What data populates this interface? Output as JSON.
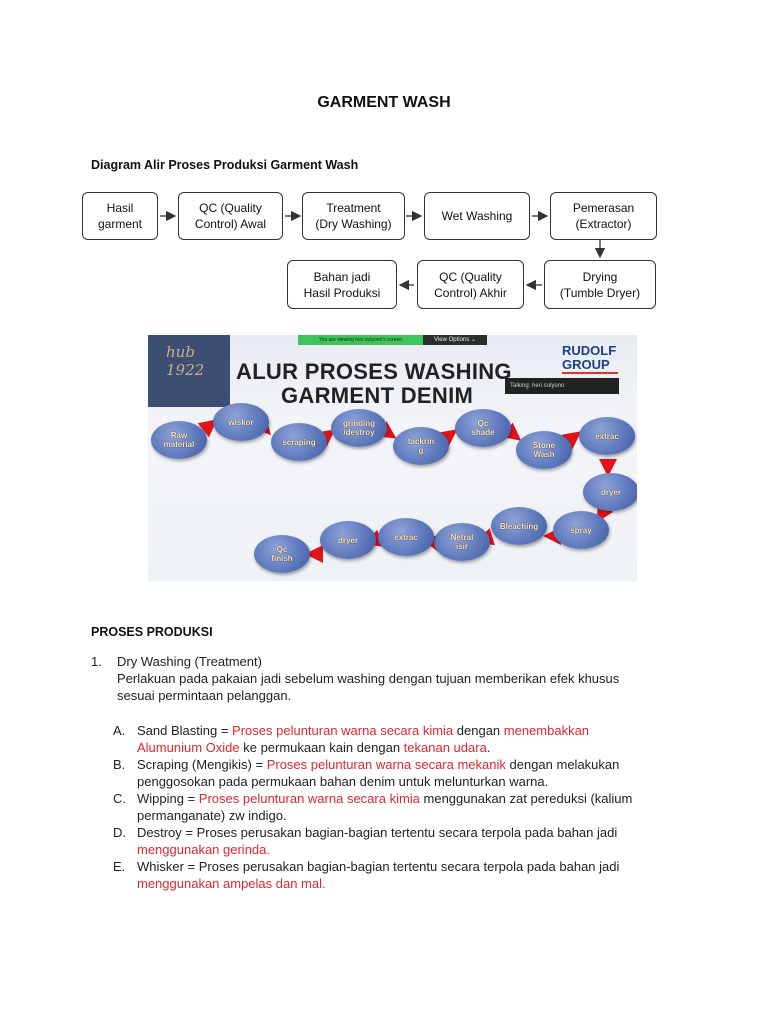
{
  "title": "GARMENT WASH",
  "flow": {
    "subtitle": "Diagram Alir Proses Produksi Garment Wash",
    "row1": [
      "Hasil\ngarment",
      "QC (Quality\nControl) Awal",
      "Treatment\n(Dry Washing)",
      "Wet Washing",
      "Pemerasan\n(Extractor)"
    ],
    "row2": [
      "Bahan jadi\nHasil Produksi",
      "QC (Quality\nControl) Akhir",
      "Drying\n(Tumble Dryer)"
    ]
  },
  "banner": {
    "logo": "hub\n1922",
    "title_line1": "ALUR PROSES WASHING",
    "title_line2": "GARMENT DENIM",
    "viewing_text": "You are viewing heri sulyono's screen",
    "view_options": "View Options ⌄",
    "talking": "Talking: heri sulyono",
    "brand_line1": "RUDOLF",
    "brand_line2": "GROUP",
    "nodes": [
      "Raw\nmaterial",
      "wiskor",
      "scraping",
      "grinding\n/destroy",
      "tackrin\ng",
      "Qc\nshade",
      "Stone\nWash",
      "extrac",
      "dryer",
      "spray",
      "Bleaching",
      "Netral\nisir",
      "extrac",
      "dryer",
      "Qc\nfinish"
    ],
    "colors": {
      "node": "#5f79bd",
      "arrow": "#e3121b",
      "node_text": "#ffe9c6"
    }
  },
  "section_heading": "PROSES PRODUKSI",
  "item1": {
    "number": "1.",
    "heading": "Dry Washing (Treatment)",
    "desc1": "Perlakuan pada pakaian jadi sebelum washing dengan tujuan memberikan efek khusus",
    "desc2": "sesuai permintaan pelanggan."
  },
  "sub": {
    "a": {
      "m": "A.",
      "t1": "Sand Blasting = ",
      "r1": "Proses pelunturan warna secara kimia",
      "t2": " dengan ",
      "r2": "menembakkan",
      "r3": "Alumunium Oxide",
      "t3": " ke permukaan kain dengan ",
      "r4": "tekanan udara",
      "t4": "."
    },
    "b": {
      "m": "B.",
      "t1": "Scraping (Mengikis) = ",
      "r1": "Proses pelunturan warna secara mekanik",
      "t2": " dengan melakukan",
      "t3": "penggosokan pada permukaan bahan denim untuk meluntur­kan warna."
    },
    "c": {
      "m": "C.",
      "t1": "Wipping = ",
      "r1": "Proses pelunturan warna secara kimia",
      "t2": " menggunakan zat pereduksi (kalium",
      "t3": "permanganate) zw indigo."
    },
    "d": {
      "m": "D.",
      "t1": "Destroy = Proses perusakan bagian-bagian tertentu secara terpola pada bahan jadi",
      "r1": "menggunakan gerinda."
    },
    "e": {
      "m": "E.",
      "t1": "Whisker = Proses perusakan bagian-bagian tertentu secara terpola pada bahan jadi",
      "r1": "menggunakan ampelas dan mal."
    }
  }
}
